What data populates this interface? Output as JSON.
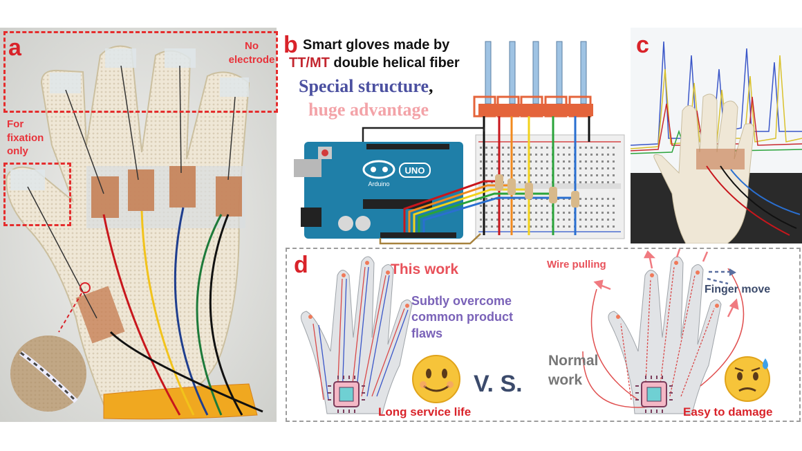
{
  "panels": {
    "a": {
      "letter": "a",
      "no_electrode": "No electrode",
      "fixation": "For fixation only"
    },
    "b": {
      "letter": "b",
      "line1": "Smart gloves made by",
      "line2_highlight": "TT/MT",
      "line2_rest": " double helical fiber",
      "line3_main": "Special structure",
      "line3_comma": ",",
      "line4": "huge advantage",
      "board_label": "UNO",
      "board_brand": "Arduino"
    },
    "c": {
      "letter": "c"
    },
    "d": {
      "letter": "d",
      "this_work": "This work",
      "subtly": "Subtly overcome common product flaws",
      "long_life": "Long service life",
      "vs": "V. S.",
      "normal_work": "Normal work",
      "wire_pulling": "Wire pulling",
      "finger_move": "Finger move",
      "easy_damage": "Easy to damage"
    }
  },
  "colors": {
    "accent_red": "#d9232a",
    "purple": "#7a62b8",
    "grey_text": "#6e6e6e",
    "arduino_blue": "#1f7fa8",
    "wire_colors": [
      "#d92a2a",
      "#f28a1e",
      "#f2d21b",
      "#2aa33a",
      "#2a6fd0"
    ]
  },
  "icons": [
    "smiley-face-icon",
    "worried-sweat-face-icon",
    "chip-icon",
    "arrow-icon"
  ]
}
